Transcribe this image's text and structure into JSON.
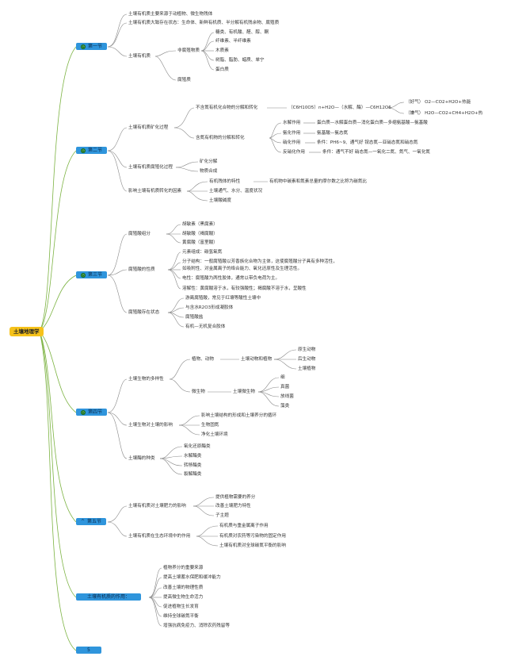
{
  "root": "土壤地理学",
  "sec1": {
    "label": "第一节",
    "items": [
      "土壤有机质主要来源于动植物、微生物残体",
      "土壤有机质大致存在状态：生命体、新鲜有机质、半分解有机残余物、腐殖质"
    ],
    "om": "土壤有机质",
    "nonhumus": "非腐殖物质",
    "nonhumus_items": [
      "糖类、有机酸、醛、醇、酮",
      "纤维素、半纤维素",
      "木质素",
      "树脂、脂肪、蜡质、单宁",
      "蛋白质"
    ],
    "humus": "腐殖质"
  },
  "sec2": {
    "label": "第二节",
    "mineral": "土壤有机质矿化过程",
    "nonN": "不含氮有机化合物的分解和转化",
    "formula": "（C6H10O5）n+H2O—（水解、酶）—C6H12O6",
    "aerobic": "（好气） O2—CO2+H2O+热能",
    "anaerobic": "（嫌气） H2O—CO2+CH4+H2O+热",
    "N": "含氮有机物的分解和转化",
    "hydrolysis": "水解作用",
    "hydrolysis_t": "蛋白质—水解蛋白质—消化蛋白质—多缩氨基酸—氨基酸",
    "ammon": "氨化作用",
    "ammon_t": "氨基酸—氨态氮",
    "nitri": "硝化作用",
    "nitri_t": "条件：PH6~9、通气好 铵态氮—亚硝态氮和硝态氮",
    "denitri": "反硝化作用",
    "denitri_t": "条件：通气不好 硝态氮—一氧化二氮、氮气、一氧化氮",
    "humif": "土壤有机质腐殖化过程",
    "humif_items": [
      "矿化分解",
      "物质合成"
    ],
    "factors": "影响土壤有机质转化的因素",
    "factor_items": [
      "有机残体的特性",
      "土壤通气、水分、温度状况",
      "土壤酸碱度"
    ],
    "cn": "有机物中碳素和氮素总量的摩尔数之比称为碳氮比"
  },
  "sec3": {
    "label": "第三节",
    "comp": "腐殖酸组分",
    "comp_items": [
      "胡敏素（黑腐素）",
      "胡敏酸（褐腐酸）",
      "黄腐酸（富里酸）"
    ],
    "prop": "腐殖酸的性质",
    "prop_items": [
      "元素组成：碳氢氧氮",
      "分子结构：一般腐殖酸以芳香族化合物为主体，这使腐殖酸分子具有多种活性，",
      "如吸附性、对金属离子的络合能力、氧化还原性及生理活性。",
      "电性：腐殖酸为两性胶体，通常以带负电荷为主。",
      "溶解性：黄腐酸溶于水，有较强酸性；褐腐酸不溶于水，呈酸性"
    ],
    "state": "腐殖酸存在状态",
    "state_items": [
      "游离腐殖酸，常见于红壤等酸性土壤中",
      "与含水R2O3形成凝胶体",
      "腐殖酸盐",
      "有机—无机复合胶体"
    ]
  },
  "sec4": {
    "label": "第四节",
    "div": "土壤生物的多样性",
    "animal": "植物、动物",
    "animal_mid": "土壤动物和植物",
    "animal_items": [
      "原生动物",
      "后生动物",
      "土壤植物"
    ],
    "micro": "微生物",
    "micro_mid": "土壤微生物",
    "micro_items": [
      "细",
      "真菌",
      "放线菌",
      "藻类"
    ],
    "effect": "土壤生物对土壤的影响",
    "effect_items": [
      "影响土壤结构的形成和土壤养分的循环",
      "生物固氮",
      "净化土壤环境"
    ],
    "enzyme": "土壤酶的种类",
    "enzyme_items": [
      "氧化还原酶类",
      "水解酶类",
      "转移酶类",
      "裂解酶类"
    ]
  },
  "sec5": {
    "label": "第五节",
    "fert": "土壤有机质对土壤肥力的影响",
    "fert_items": [
      "提供植物需要的养分",
      "改善土壤肥力特性",
      "子主题"
    ],
    "eco": "土壤有机质在生态环境中的作用",
    "eco_items": [
      "有机质与重金属离子作用",
      "有机质对农药等污染物的固定作用",
      "土壤有机质对全球碳氮平衡的影响"
    ]
  },
  "sec6": {
    "label": "土壤有机质的作用：",
    "items": [
      "植物养分的重要来源",
      "提高土壤蓄水保肥和缓冲能力",
      "改善土壤的物理性质",
      "提高微生物生命活力",
      "促进植物生长发育",
      "维持全球碳氮平衡",
      "增强抗病免疫力、消除农药残留等"
    ]
  },
  "sec7": {
    "label": "5"
  }
}
